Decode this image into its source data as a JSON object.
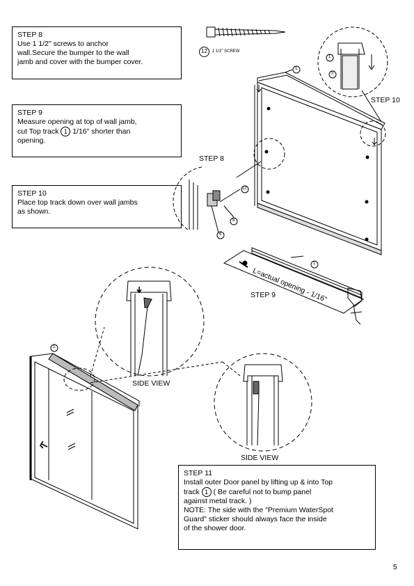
{
  "steps": {
    "step8": {
      "title": "STEP 8",
      "lines": [
        "Use 1 1/2\" screws to anchor",
        "wall.Secure the bumper to the wall",
        "jamb and cover with the bumper cover."
      ]
    },
    "step9": {
      "title": "STEP 9",
      "lines": [
        "Measure opening at top of wall jamb,",
        "cut Top track",
        "1/16\" shorter than",
        "opening."
      ]
    },
    "step10": {
      "title": "STEP 10",
      "lines": [
        "Place top track down over wall jambs",
        "as shown."
      ]
    },
    "step11": {
      "title": "STEP 11",
      "lines": [
        "Install outer Door panel by lifting up & into Top",
        "track",
        "( Be careful not to bump panel",
        "against metal track. )",
        "NOTE: The side with the \"Premium WaterSpot",
        "Guard\" sticker should always face the inside",
        "of the shower door."
      ]
    }
  },
  "callouts": {
    "one": "1",
    "three": "3",
    "six": "6",
    "eight": "8",
    "twelve": "12"
  },
  "labels": {
    "screw": "1 1/2\" SCREW",
    "step10_diagram": "STEP 10",
    "step8_diagram": "STEP 8",
    "step9_diagram": "STEP 9",
    "measure": "L=actual opening - 1/16\"",
    "side_view_1": "SIDE VIEW",
    "side_view_2": "SIDE VIEW"
  },
  "page_number": "5"
}
